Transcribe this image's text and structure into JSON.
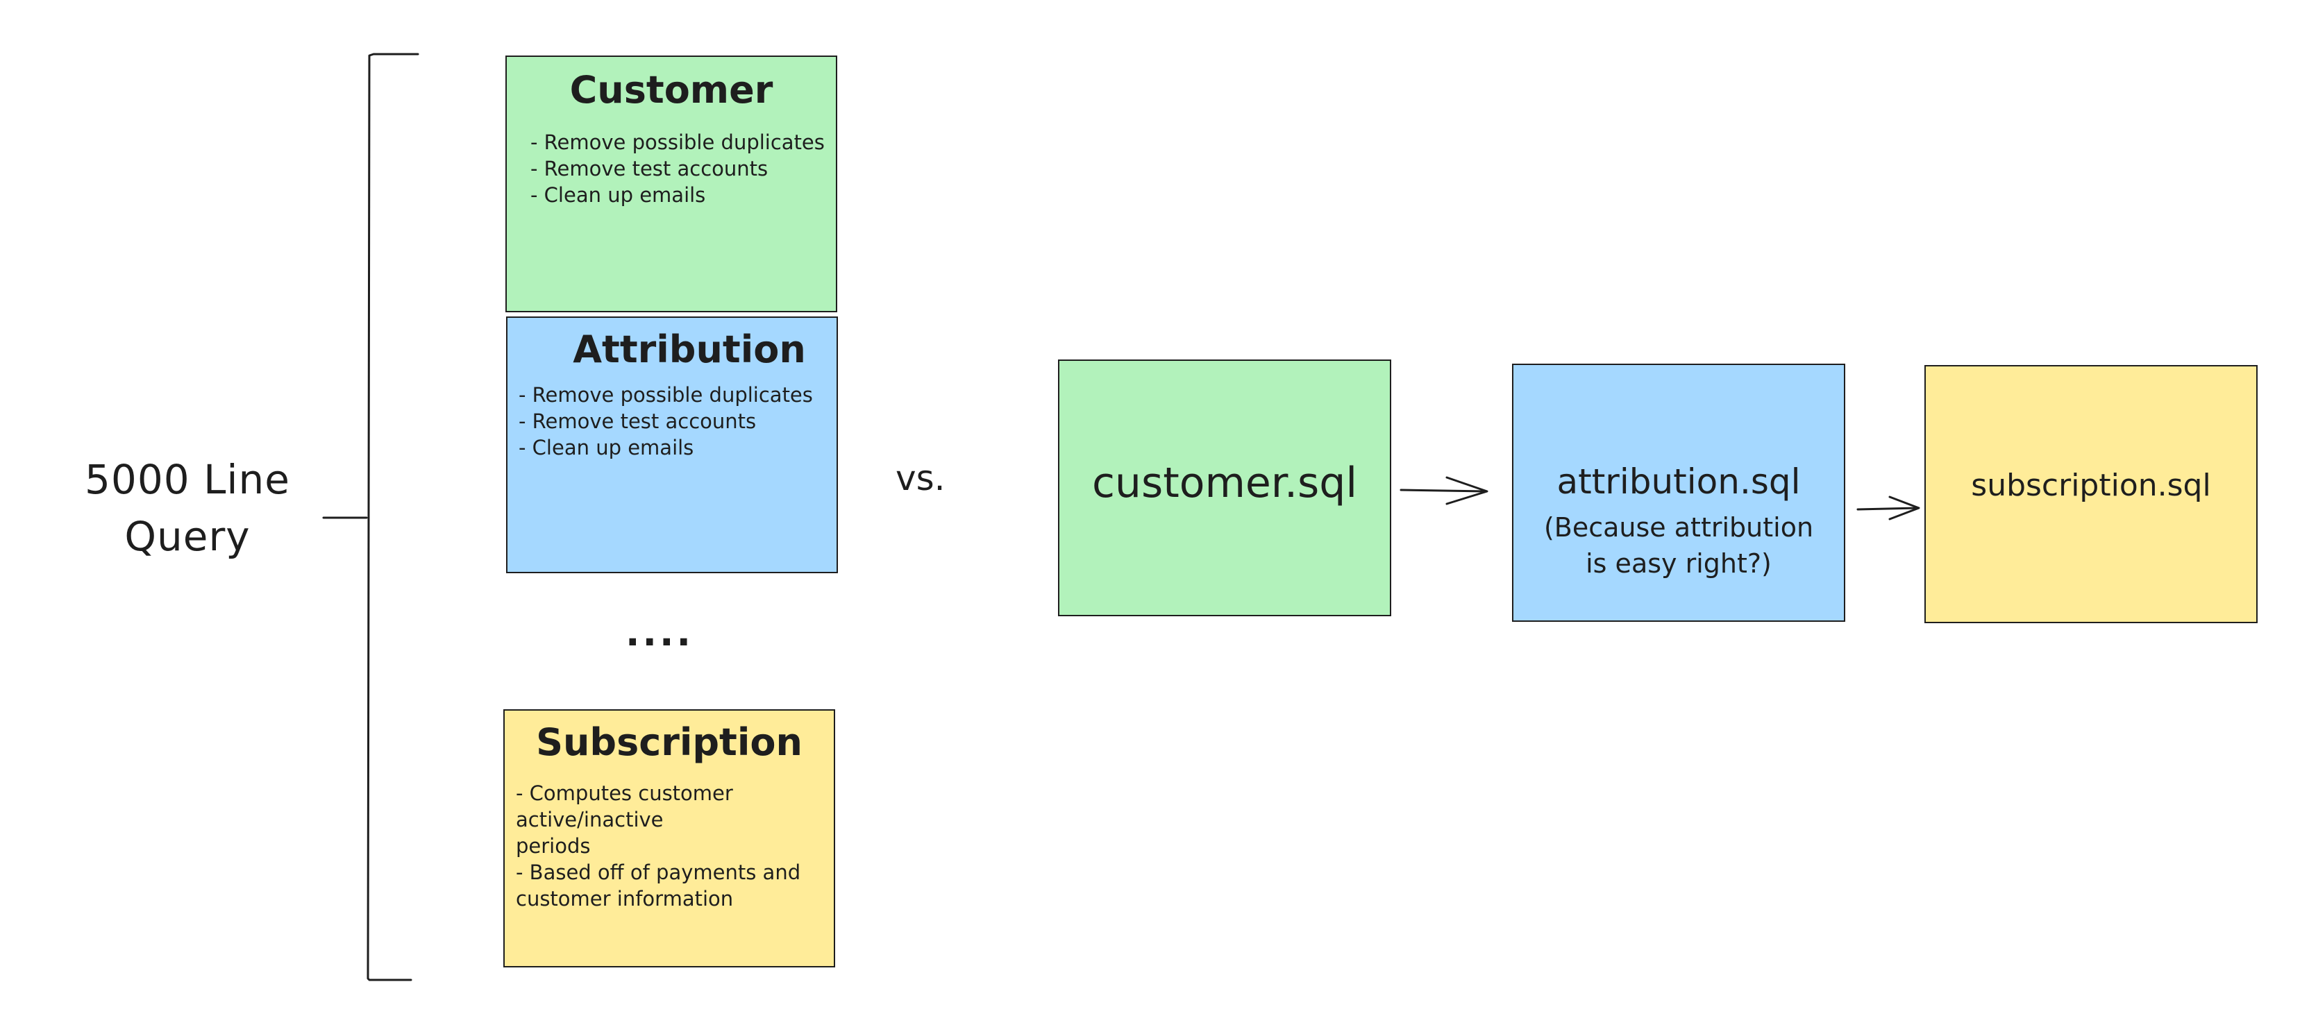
{
  "left_section": {
    "query_label_line1": "5000 Line",
    "query_label_line2": "Query"
  },
  "notes": {
    "customer": {
      "title": "Customer",
      "items": [
        "- Remove possible duplicates",
        "- Remove test accounts",
        "- Clean up emails"
      ],
      "color": "#b2f2bb"
    },
    "attribution": {
      "title": "Attribution",
      "items": [
        "- Remove possible duplicates",
        "- Remove test accounts",
        "- Clean up emails"
      ],
      "color": "#a5d8ff"
    },
    "ellipsis": "....",
    "subscription": {
      "title": "Subscription",
      "text": "- Computes customer\nactive/inactive\nperiods\n- Based off of payments and\ncustomer information",
      "color": "#ffec99"
    }
  },
  "vs_label": "vs.",
  "files": {
    "customer": {
      "name": "customer.sql",
      "color": "#b2f2bb"
    },
    "attribution": {
      "name": "attribution.sql",
      "note_line1": "(Because attribution",
      "note_line2": "is easy right?)",
      "color": "#a5d8ff"
    },
    "subscription": {
      "name": "subscription.sql",
      "color": "#ffec99"
    }
  },
  "colors": {
    "stroke": "#1e1e1e",
    "green": "#b2f2bb",
    "blue": "#a5d8ff",
    "yellow": "#ffec99"
  }
}
